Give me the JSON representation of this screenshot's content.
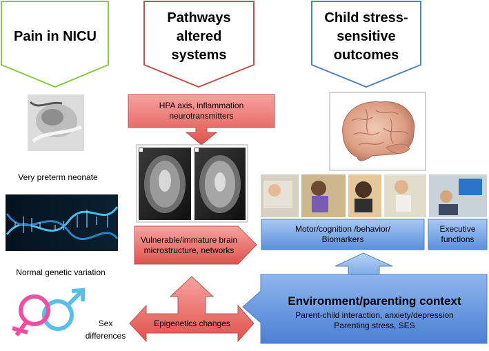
{
  "columns": {
    "pain": {
      "title": "Pain in NICU",
      "color": "#8cc63f"
    },
    "pathways": {
      "title_line1": "Pathways",
      "title_line2": "altered",
      "title_line3": "systems",
      "color": "#c0504d"
    },
    "outcomes": {
      "title_line1": "Child stress-",
      "title_line2": "sensitive",
      "title_line3": "outcomes",
      "color": "#4f81bd"
    }
  },
  "left": {
    "neonate_label": "Very preterm neonate",
    "genetic_label": "Normal genetic variation",
    "sex_label_line1": "Sex",
    "sex_label_line2": "differences"
  },
  "middle": {
    "hpa_line1": "HPA axis, inflammation",
    "hpa_line2": "neurotransmitters",
    "brain_line1": "Vulnerable/immature brain",
    "brain_line2": "microstructure, networks",
    "epigenetics": "Epigenetics changes"
  },
  "right": {
    "motor_line1": "Motor/cognition /behavior/",
    "motor_line2": "Biomarkers",
    "exec_line1": "Executive",
    "exec_line2": "functions",
    "env_title": "Environment/parenting context",
    "env_line1": "Parent-child interaction, anxiety/depression",
    "env_line2": "Parenting stress, SES"
  }
}
